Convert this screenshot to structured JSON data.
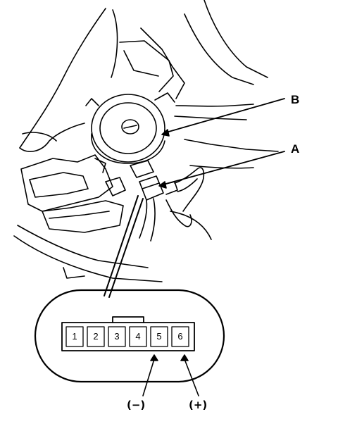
{
  "callouts": {
    "b": "B",
    "a": "A"
  },
  "connector": {
    "pins": [
      "1",
      "2",
      "3",
      "4",
      "5",
      "6"
    ]
  },
  "polarity": {
    "negative": "(−)",
    "positive": "(+)"
  },
  "colors": {
    "line": "#000000",
    "background": "#ffffff"
  }
}
